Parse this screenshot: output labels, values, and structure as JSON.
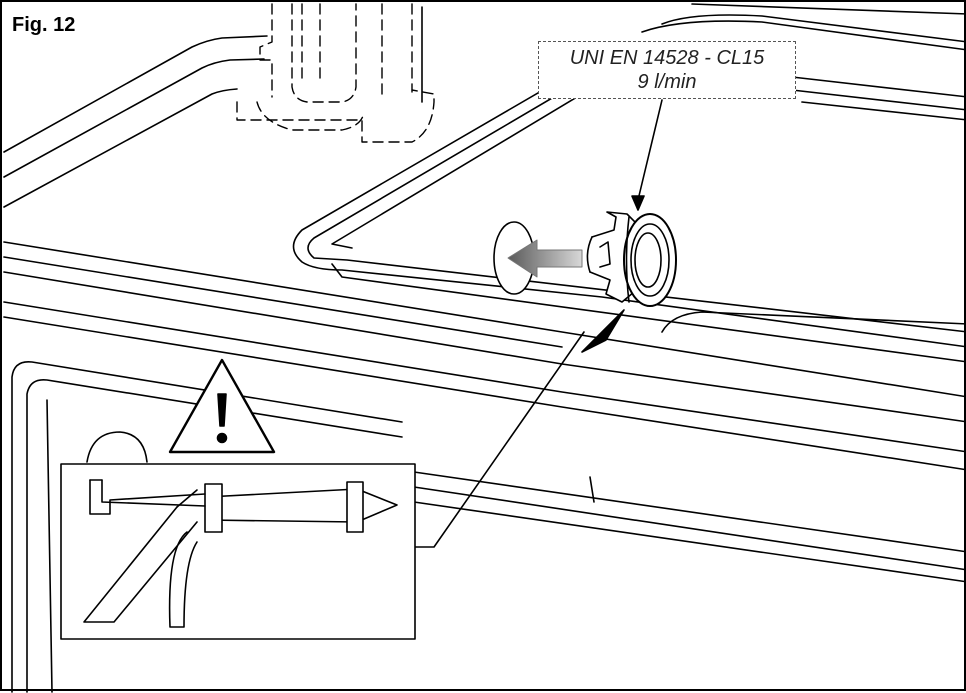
{
  "figure": {
    "label": "Fig. 12",
    "callout": {
      "line1": "UNI EN 14528 - CL15",
      "line2": "9 l/min"
    },
    "icons": {
      "warning": "warning-triangle-icon",
      "tool": "sealant-gun-icon"
    }
  }
}
